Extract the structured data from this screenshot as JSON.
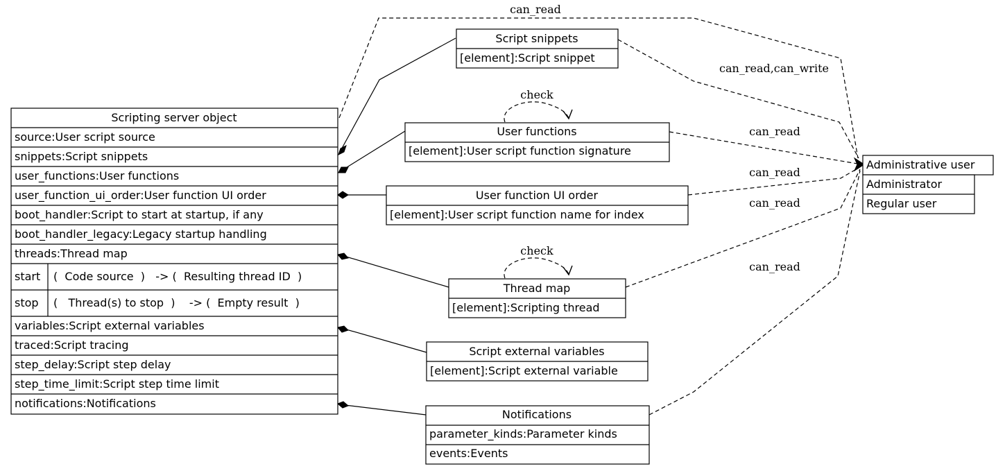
{
  "main_object": {
    "title": "Scripting server object",
    "fields": [
      "source:User script source",
      "snippets:Script snippets",
      "user_functions:User functions",
      "user_function_ui_order:User function UI order",
      "boot_handler:Script to start at startup, if any",
      "boot_handler_legacy:Legacy startup handling",
      "threads:Thread map"
    ],
    "methods": [
      {
        "name": "start",
        "signature": "(  Code source  )   -> (  Resulting thread ID  )"
      },
      {
        "name": "stop",
        "signature": "(   Thread(s) to stop  )    -> (  Empty result  )"
      }
    ],
    "fields_after": [
      "variables:Script external variables",
      "traced:Script tracing",
      "step_delay:Script step delay",
      "step_time_limit:Script step time limit",
      "notifications:Notifications"
    ]
  },
  "nodes": {
    "snippets": {
      "title": "Script snippets",
      "rows": [
        "[element]:Script snippet"
      ]
    },
    "user_functions": {
      "title": "User functions",
      "rows": [
        "[element]:User script function signature"
      ]
    },
    "ui_order": {
      "title": "User function UI order",
      "rows": [
        "[element]:User script function name for index"
      ]
    },
    "thread_map": {
      "title": "Thread map",
      "rows": [
        "[element]:Scripting thread"
      ]
    },
    "external_vars": {
      "title": "Script external variables",
      "rows": [
        "[element]:Script external variable"
      ]
    },
    "notifications": {
      "title": "Notifications",
      "rows": [
        "parameter_kinds:Parameter kinds",
        "events:Events"
      ]
    }
  },
  "users": {
    "title": "Administrative user",
    "rows": [
      "Administrator",
      "Regular user"
    ]
  },
  "edge_labels": {
    "main_read": "can_read",
    "snippets_rw": "can_read,can_write",
    "user_functions_read": "can_read",
    "ui_order_read": "can_read",
    "thread_map_read": "can_read",
    "notifications_read": "can_read",
    "user_functions_check": "check",
    "thread_map_check": "check"
  }
}
